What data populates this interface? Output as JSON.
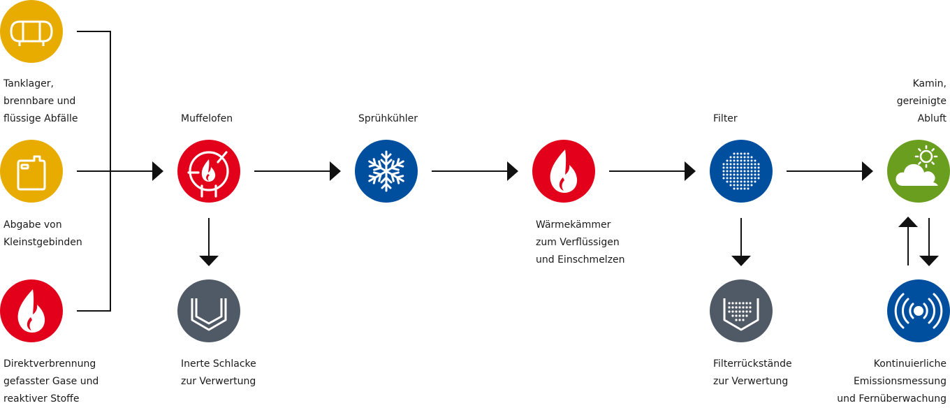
{
  "colors": {
    "yellow": "#e8ac00",
    "red": "#e2001a",
    "blue": "#004f9f",
    "gray": "#505a66",
    "green": "#6a9e1f",
    "line": "#111111"
  },
  "nodes": [
    {
      "id": "tanklager",
      "icon": "tank-icon",
      "color": "yellow",
      "label": [
        "Tanklager,",
        "brennbare und",
        "flüssige Abfälle"
      ]
    },
    {
      "id": "kleingebinde",
      "icon": "canister-icon",
      "color": "yellow",
      "label": [
        "Abgabe von",
        "Kleinstgebinden"
      ]
    },
    {
      "id": "direktverbrennung",
      "icon": "flame-icon",
      "color": "red",
      "label": [
        "Direktverbrennung",
        "gefasster Gase und",
        "reaktiver Stoffe"
      ]
    },
    {
      "id": "muffelofen",
      "icon": "furnace-flame-icon",
      "color": "red",
      "label": [
        "Muffelofen"
      ]
    },
    {
      "id": "schlacke",
      "icon": "slag-container-icon",
      "color": "gray",
      "label": [
        "Inerte Schlacke",
        "zur Verwertung"
      ]
    },
    {
      "id": "spruehkuehler",
      "icon": "snowflake-icon",
      "color": "blue",
      "label": [
        "Sprühkühler"
      ]
    },
    {
      "id": "waermekammer",
      "icon": "flame-icon",
      "color": "red",
      "label": [
        "Wärmekämmer",
        "zum Verflüssigen",
        "und Einschmelzen"
      ]
    },
    {
      "id": "filter",
      "icon": "filter-dots-icon",
      "color": "blue",
      "label": [
        "Filter"
      ]
    },
    {
      "id": "filterrueckstaende",
      "icon": "filter-residue-icon",
      "color": "gray",
      "label": [
        "Filterrückstände",
        "zur Verwertung"
      ]
    },
    {
      "id": "kamin",
      "icon": "cloud-sun-icon",
      "color": "green",
      "label": [
        "Kamin,",
        "gereinigte",
        "Abluft"
      ]
    },
    {
      "id": "emission",
      "icon": "signal-broadcast-icon",
      "color": "blue",
      "label": [
        "Kontinuierliche",
        "Emissionsmessung",
        "und Fernüberwachung"
      ]
    }
  ]
}
